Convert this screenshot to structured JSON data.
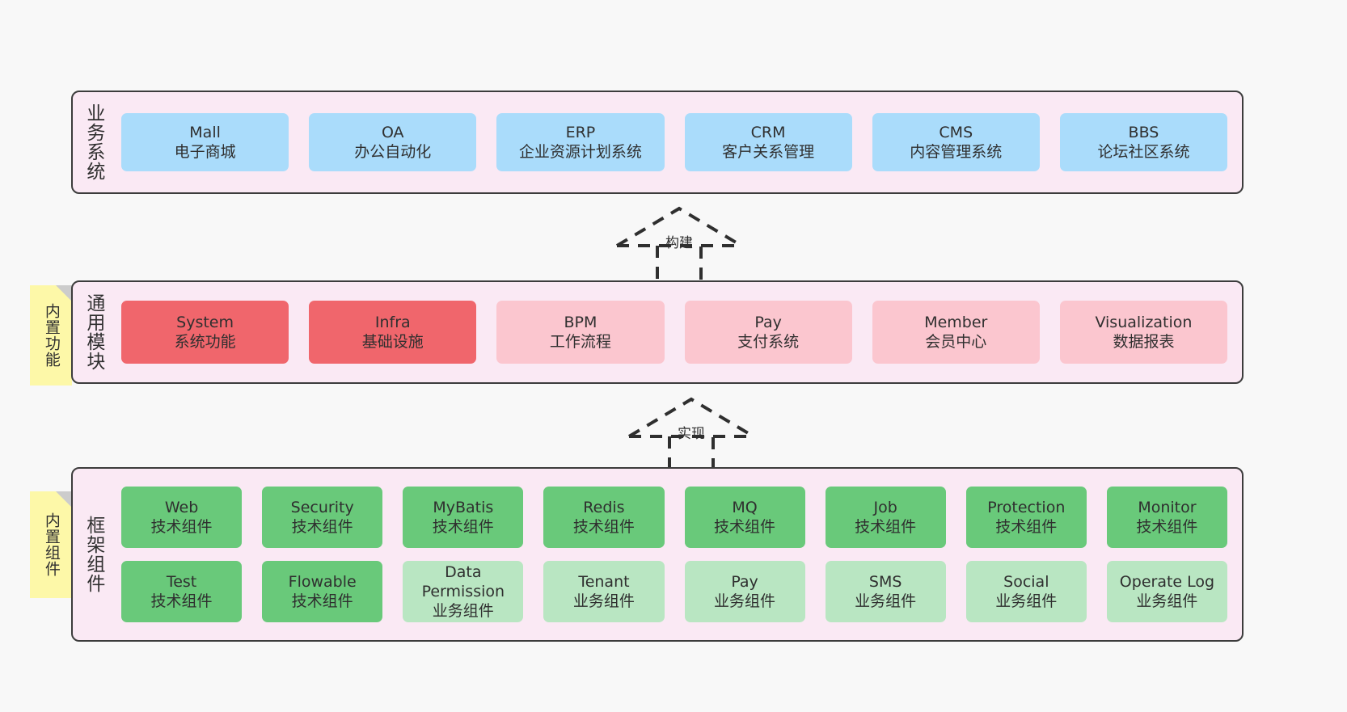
{
  "diagram": {
    "background_color": "#f8f8f8",
    "layer_fill": "#fae9f4",
    "layer_border": "#3c3c3c",
    "note_color": "#fdf8a8"
  },
  "layers": [
    {
      "id": "business",
      "title": "业务系统",
      "rows": [
        {
          "cells": [
            {
              "name": "Mall",
              "desc": "电子商城",
              "color": "#aadcfb",
              "variant": "c-blue"
            },
            {
              "name": "OA",
              "desc": "办公自动化",
              "color": "#aadcfb",
              "variant": "c-blue"
            },
            {
              "name": "ERP",
              "desc": "企业资源计划系统",
              "color": "#aadcfb",
              "variant": "c-blue"
            },
            {
              "name": "CRM",
              "desc": "客户关系管理",
              "color": "#aadcfb",
              "variant": "c-blue"
            },
            {
              "name": "CMS",
              "desc": "内容管理系统",
              "color": "#aadcfb",
              "variant": "c-blue"
            },
            {
              "name": "BBS",
              "desc": "论坛社区系统",
              "color": "#aadcfb",
              "variant": "c-blue"
            }
          ]
        }
      ]
    },
    {
      "id": "common",
      "title": "通用模块",
      "note": "内置功能",
      "rows": [
        {
          "cells": [
            {
              "name": "System",
              "desc": "系统功能",
              "color": "#f0666c",
              "variant": "c-red"
            },
            {
              "name": "Infra",
              "desc": "基础设施",
              "color": "#f0666c",
              "variant": "c-red"
            },
            {
              "name": "BPM",
              "desc": "工作流程",
              "color": "#fbc6cf",
              "variant": "c-pink"
            },
            {
              "name": "Pay",
              "desc": "支付系统",
              "color": "#fbc6cf",
              "variant": "c-pink"
            },
            {
              "name": "Member",
              "desc": "会员中心",
              "color": "#fbc6cf",
              "variant": "c-pink"
            },
            {
              "name": "Visualization",
              "desc": "数据报表",
              "color": "#fbc6cf",
              "variant": "c-pink"
            }
          ]
        }
      ]
    },
    {
      "id": "framework",
      "title": "框架组件",
      "note": "内置组件",
      "rows": [
        {
          "cells": [
            {
              "name": "Web",
              "desc": "技术组件",
              "color": "#69c97a",
              "variant": "c-green"
            },
            {
              "name": "Security",
              "desc": "技术组件",
              "color": "#69c97a",
              "variant": "c-green"
            },
            {
              "name": "MyBatis",
              "desc": "技术组件",
              "color": "#69c97a",
              "variant": "c-green"
            },
            {
              "name": "Redis",
              "desc": "技术组件",
              "color": "#69c97a",
              "variant": "c-green"
            },
            {
              "name": "MQ",
              "desc": "技术组件",
              "color": "#69c97a",
              "variant": "c-green"
            },
            {
              "name": "Job",
              "desc": "技术组件",
              "color": "#69c97a",
              "variant": "c-green"
            },
            {
              "name": "Protection",
              "desc": "技术组件",
              "color": "#69c97a",
              "variant": "c-green"
            },
            {
              "name": "Monitor",
              "desc": "技术组件",
              "color": "#69c97a",
              "variant": "c-green"
            }
          ]
        },
        {
          "cells": [
            {
              "name": "Test",
              "desc": "技术组件",
              "color": "#69c97a",
              "variant": "c-green"
            },
            {
              "name": "Flowable",
              "desc": "技术组件",
              "color": "#69c97a",
              "variant": "c-green"
            },
            {
              "name": "Data Permission",
              "desc": "业务组件",
              "color": "#b9e6c2",
              "variant": "c-lightgreen"
            },
            {
              "name": "Tenant",
              "desc": "业务组件",
              "color": "#b9e6c2",
              "variant": "c-lightgreen"
            },
            {
              "name": "Pay",
              "desc": "业务组件",
              "color": "#b9e6c2",
              "variant": "c-lightgreen"
            },
            {
              "name": "SMS",
              "desc": "业务组件",
              "color": "#b9e6c2",
              "variant": "c-lightgreen"
            },
            {
              "name": "Social",
              "desc": "业务组件",
              "color": "#b9e6c2",
              "variant": "c-lightgreen"
            },
            {
              "name": "Operate Log",
              "desc": "业务组件",
              "color": "#b9e6c2",
              "variant": "c-lightgreen"
            }
          ]
        }
      ]
    }
  ],
  "connectors": [
    {
      "id": "build",
      "label": "构建",
      "style": "dashed-generalization-arrow-up"
    },
    {
      "id": "impl",
      "label": "实现",
      "style": "dashed-generalization-arrow-up"
    }
  ]
}
